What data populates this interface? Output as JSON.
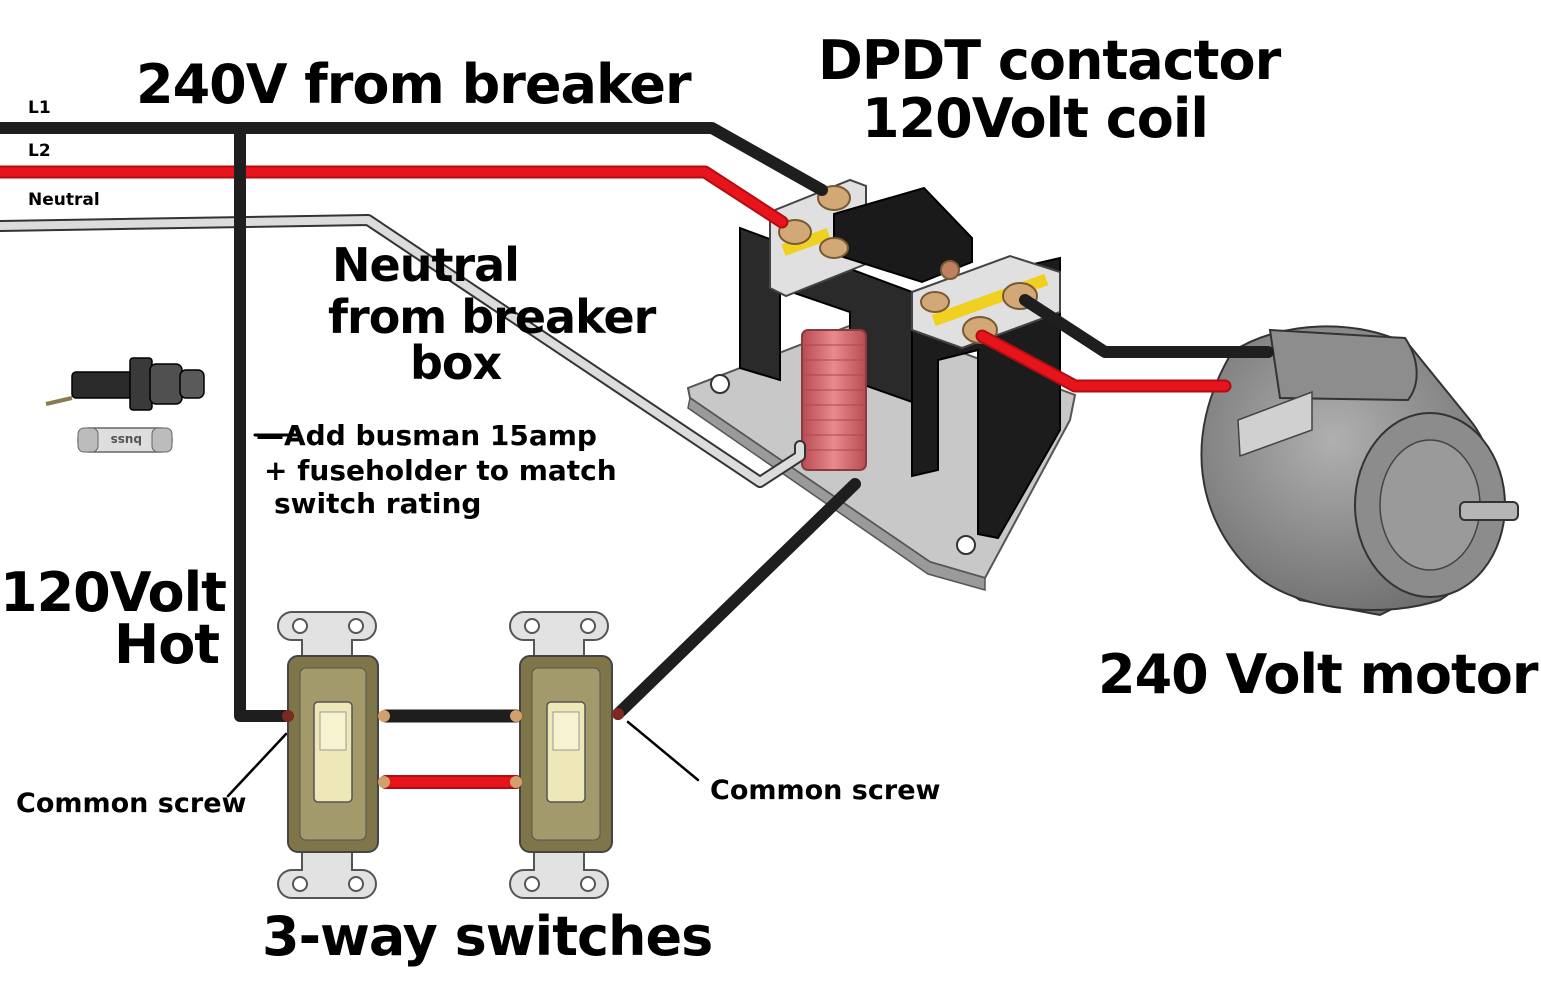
{
  "labels": {
    "title_240v": "240V from breaker",
    "contactor_line1": "DPDT contactor",
    "contactor_line2": "120Volt coil",
    "l1": "L1",
    "l2": "L2",
    "neutral": "Neutral",
    "neutral_from_1": "Neutral",
    "neutral_from_2": "from breaker",
    "neutral_from_3": "box",
    "fuse_note_1": "—Add busman 15amp",
    "fuse_note_2": "+ fuseholder to match",
    "fuse_note_3": "switch rating",
    "hot_1": "120Volt",
    "hot_2": "Hot",
    "common_left": "Common screw",
    "common_right": "Common screw",
    "motor": "240 Volt motor",
    "switches": "3-way switches",
    "fuse_print": "buss"
  },
  "colors": {
    "black_wire": "#1e1e1e",
    "red_wire": "#e8141c",
    "white_wire": "#d9d9d9",
    "coil_copper": "#d9696e",
    "terminal_brass": "#c8a078",
    "motor_gray": "#8a8a8a",
    "switch_olive": "#7e7548",
    "toggle_cream": "#eee7b8"
  }
}
